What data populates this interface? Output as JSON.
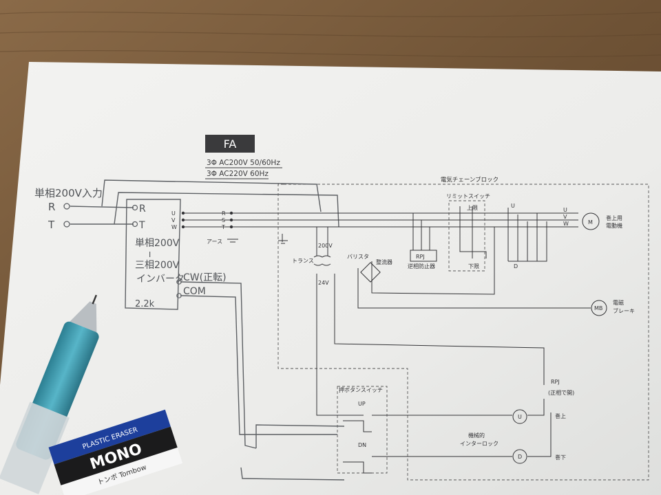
{
  "photo": {
    "colors": {
      "desk": "#7a5c3e",
      "paper": "#f4f4f2",
      "ink": "#303033",
      "pencil": "#5c5f63",
      "eraser_blue": "#1d3f9c",
      "pen_teal": "#3b9bb0"
    }
  },
  "header": {
    "badge": "FA",
    "spec_line_1": "3Φ AC200V 50/60Hz",
    "spec_line_2": "3Φ AC220V 60Hz"
  },
  "handwritten": {
    "input_label": "単相200V入力",
    "terminal_r": "R",
    "terminal_t": "T",
    "inv_terminal_r": "R",
    "inv_terminal_t": "T",
    "inverter_line_1": "単相200V",
    "inverter_line_2": "I",
    "inverter_line_3": "三相200V",
    "inverter_line_4": "インバータ",
    "cw_label": "CW(正転)",
    "com_label": "COM",
    "rating": "2.2k"
  },
  "printed": {
    "block_title": "電気チェーンブロック",
    "uvw_u": "U",
    "uvw_v": "V",
    "uvw_w": "W",
    "rst_r": "R",
    "rst_s": "S",
    "rst_t": "T",
    "earth": "アース",
    "transformer": "トランス",
    "v200": "200V",
    "v24": "24V",
    "varistor": "バリスタ",
    "rectifier": "整流器",
    "rpj": "RPJ",
    "reverse_phase": "逆相防止器",
    "limit_switch": "リミットスイッチ",
    "upper_limit": "上限",
    "lower_limit": "下限",
    "contactor_u": "U",
    "contactor_d": "D",
    "motor_u": "U",
    "motor_v": "V",
    "motor_w": "W",
    "motor_symbol": "M",
    "hoist_motor_1": "巻上用",
    "hoist_motor_2": "電動機",
    "brake_symbol": "MB",
    "brake_1": "電磁",
    "brake_2": "ブレーキ",
    "rpj2": "RPJ",
    "rpj2_note": "(正相で開)",
    "push_button": "押ボタンスイッチ",
    "btn_up": "UP",
    "btn_dn": "DN",
    "coil_u": "U",
    "coil_d": "D",
    "hoist_up": "巻上",
    "hoist_down": "巻下",
    "interlock_1": "機械的",
    "interlock_2": "インターロック"
  },
  "objects": {
    "eraser_line_1": "PLASTIC ERASER",
    "eraser_line_2": "MONO",
    "eraser_line_3": "トンボ Tombow"
  }
}
